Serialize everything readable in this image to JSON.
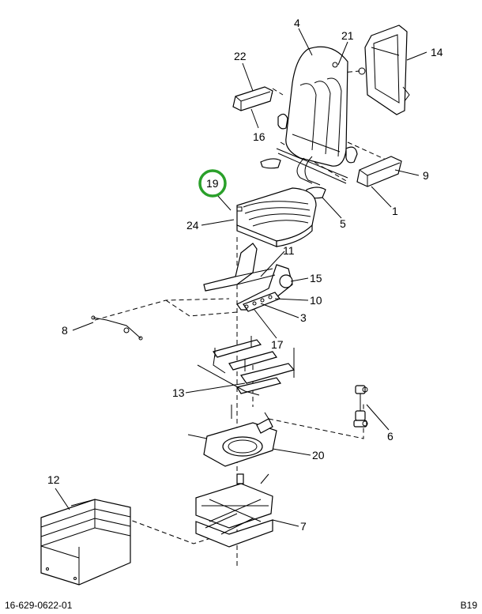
{
  "diagram": {
    "callouts": [
      "4",
      "21",
      "14",
      "22",
      "16",
      "9",
      "1",
      "19",
      "24",
      "5",
      "11",
      "15",
      "10",
      "3",
      "8",
      "17",
      "13",
      "6",
      "20",
      "12",
      "7"
    ],
    "highlighted_callout": "19",
    "highlight_color": "#2aa02a",
    "footer_left": "16-629-0622-01",
    "footer_right": "B19"
  }
}
